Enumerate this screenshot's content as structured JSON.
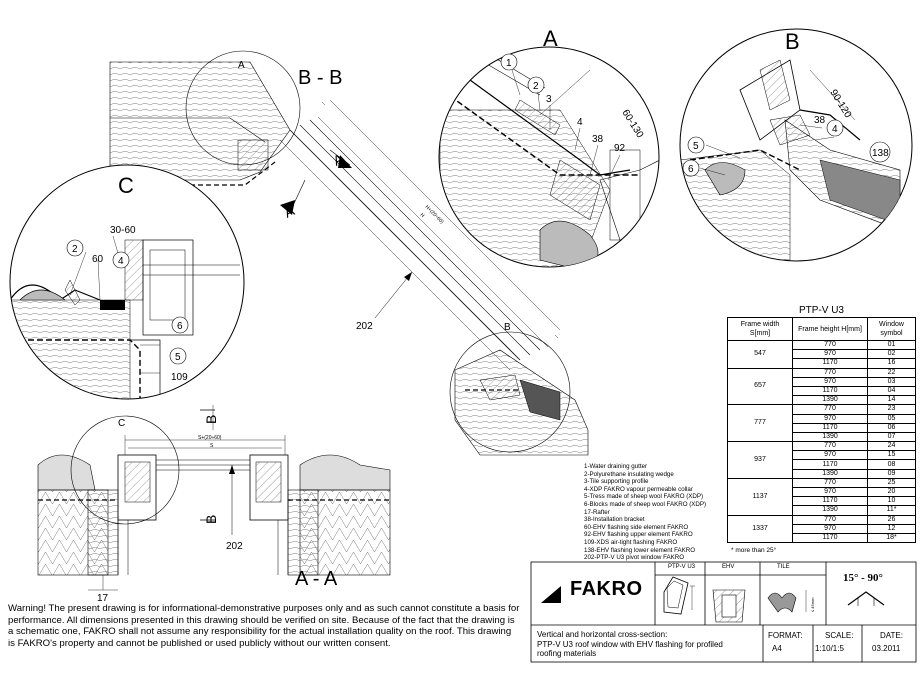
{
  "views": {
    "section_bb": "B - B",
    "section_aa": "A - A",
    "detail_a": "A",
    "detail_b": "B",
    "detail_c": "C",
    "marker_a": "A",
    "marker_b": "B",
    "marker_c": "C"
  },
  "dimensions": {
    "dim_a_60_130": "60-130",
    "dim_b_90_120": "90-120",
    "dim_c_30_60": "30-60",
    "dim_h": "H+(20÷60)",
    "dim_h_small": "H",
    "dim_s": "S+(20÷60)",
    "dim_s_small": "S"
  },
  "callouts": {
    "a": [
      "1",
      "2",
      "3",
      "4",
      "38",
      "92"
    ],
    "b": [
      "38",
      "4",
      "5",
      "6",
      "138"
    ],
    "c": [
      "2",
      "60",
      "4",
      "6",
      "5",
      "109"
    ],
    "main": [
      "202",
      "202",
      "17"
    ]
  },
  "legend": [
    "1-Water draining gutter",
    "2-Polyurethane insulating wedge",
    "3-Tile supporting profile",
    "4-XDP FAKRO vapour permeable collar",
    "5-Tress made of sheep wool FAKRO (XDP)",
    "6-Blocks made of sheep wool FAKRO (XDP)",
    "17-Rafter",
    "38-Installation bracket",
    "60-EHV flashing side element FAKRO",
    "92-EHV flashing upper element FAKRO",
    "109-XDS air-tight flashing FAKRO",
    "138-EHV flashing lower element FAKRO",
    "202-PTP-V U3 pivot window FAKRO"
  ],
  "table": {
    "title": "PTP-V U3",
    "col_width": "Frame width S[mm]",
    "col_height": "Frame height H[mm]",
    "col_symbol": "Window symbol",
    "groups": [
      {
        "width": "547",
        "rows": [
          [
            "770",
            "01"
          ],
          [
            "970",
            "02"
          ],
          [
            "1170",
            "16"
          ]
        ]
      },
      {
        "width": "657",
        "rows": [
          [
            "770",
            "22"
          ],
          [
            "970",
            "03"
          ],
          [
            "1170",
            "04"
          ],
          [
            "1390",
            "14"
          ]
        ]
      },
      {
        "width": "777",
        "rows": [
          [
            "770",
            "23"
          ],
          [
            "970",
            "05"
          ],
          [
            "1170",
            "06"
          ],
          [
            "1390",
            "07"
          ]
        ]
      },
      {
        "width": "937",
        "rows": [
          [
            "770",
            "24"
          ],
          [
            "970",
            "15"
          ],
          [
            "1170",
            "08"
          ],
          [
            "1390",
            "09"
          ]
        ]
      },
      {
        "width": "1137",
        "rows": [
          [
            "770",
            "25"
          ],
          [
            "970",
            "20"
          ],
          [
            "1170",
            "10"
          ],
          [
            "1390",
            "11*"
          ]
        ]
      },
      {
        "width": "1337",
        "rows": [
          [
            "770",
            "26"
          ],
          [
            "970",
            "12"
          ],
          [
            "1170",
            "18*"
          ]
        ]
      }
    ],
    "note": "* more than 25°"
  },
  "title_block": {
    "brand": "FAKRO",
    "product_label": "PTP-V U3",
    "flashing_label": "EHV",
    "tile_label": "TILE",
    "tile_dim": "≤ 45mm",
    "angle": "15° - 90°",
    "description_1": "Vertical and horizontal cross-section:",
    "description_2": "PTP-V U3 roof window with EHV flashing for profiled",
    "description_3": "roofing materials",
    "format_label": "FORMAT:",
    "format_value": "A4",
    "scale_label": "SCALE:",
    "scale_value": "1:10/1:5",
    "date_label": "DATE:",
    "date_value": "03.2011"
  },
  "warning": "Warning! The present drawing is for informational-demonstrative purposes only and as such cannot constitute a basis for performance. All dimensions presented in this drawing should be verified on site. Because of the fact that the drawing is a schematic one, FAKRO shall not assume any responsibility for the actual installation quality on the roof. This drawing is FAKRO's property and cannot be published  or used publicly without our written consent."
}
